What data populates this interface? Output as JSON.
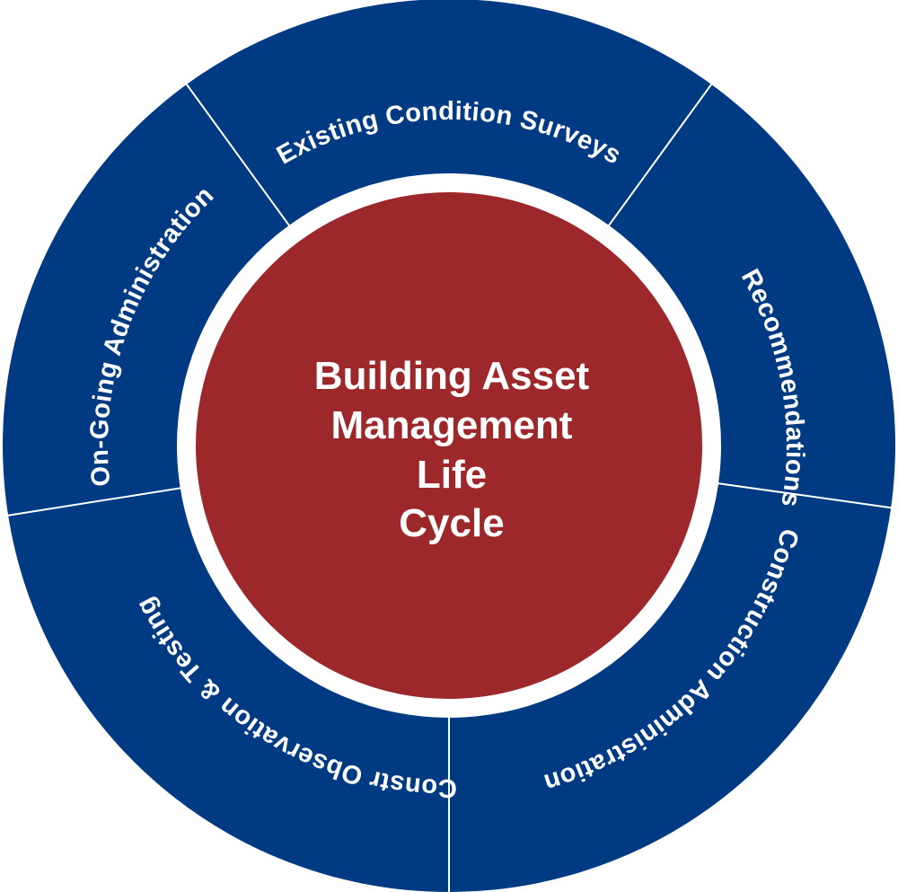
{
  "colors": {
    "ring": "#003A82",
    "center": "#9D282B",
    "divider": "#FFFFFF",
    "text": "#FFFFFF"
  },
  "center": {
    "lines": [
      "Building Asset",
      "Management",
      "Life",
      "Cycle"
    ]
  },
  "segments": [
    {
      "label": "Existing Condition Surveys"
    },
    {
      "label": "Recommendations"
    },
    {
      "label": "Construction Administration"
    },
    {
      "label": "Constr Observation & Testing"
    },
    {
      "label": "On-Going Administration"
    }
  ]
}
